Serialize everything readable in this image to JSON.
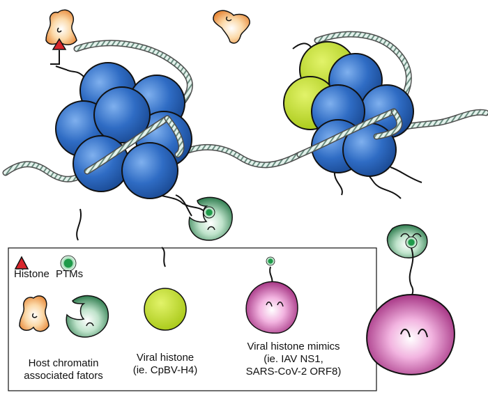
{
  "legend": {
    "ptm_label_histone": "Histone",
    "ptm_label_ptms": "PTMs",
    "host_factors_line1": "Host chromatin",
    "host_factors_line2": "associated fators",
    "viral_histone_line1": "Viral histone",
    "viral_histone_line2": "(ie. CpBV-H4)",
    "mimic_line1": "Viral histone mimics",
    "mimic_line2": "(ie. IAV NS1,",
    "mimic_line3": "SARS-CoV-2 ORF8)"
  },
  "colors": {
    "histone_blue": "#2f6cc4",
    "viral_histone_green": "#b6d61c",
    "ptm_red": "#d8262c",
    "ptm_green": "#1f9a4a",
    "reader_green": "#2f7d4f",
    "reader_orange": "#f0a050",
    "mimic_magenta": "#b0388e",
    "dna_dark": "#555555",
    "dna_light": "#cfe8df"
  }
}
